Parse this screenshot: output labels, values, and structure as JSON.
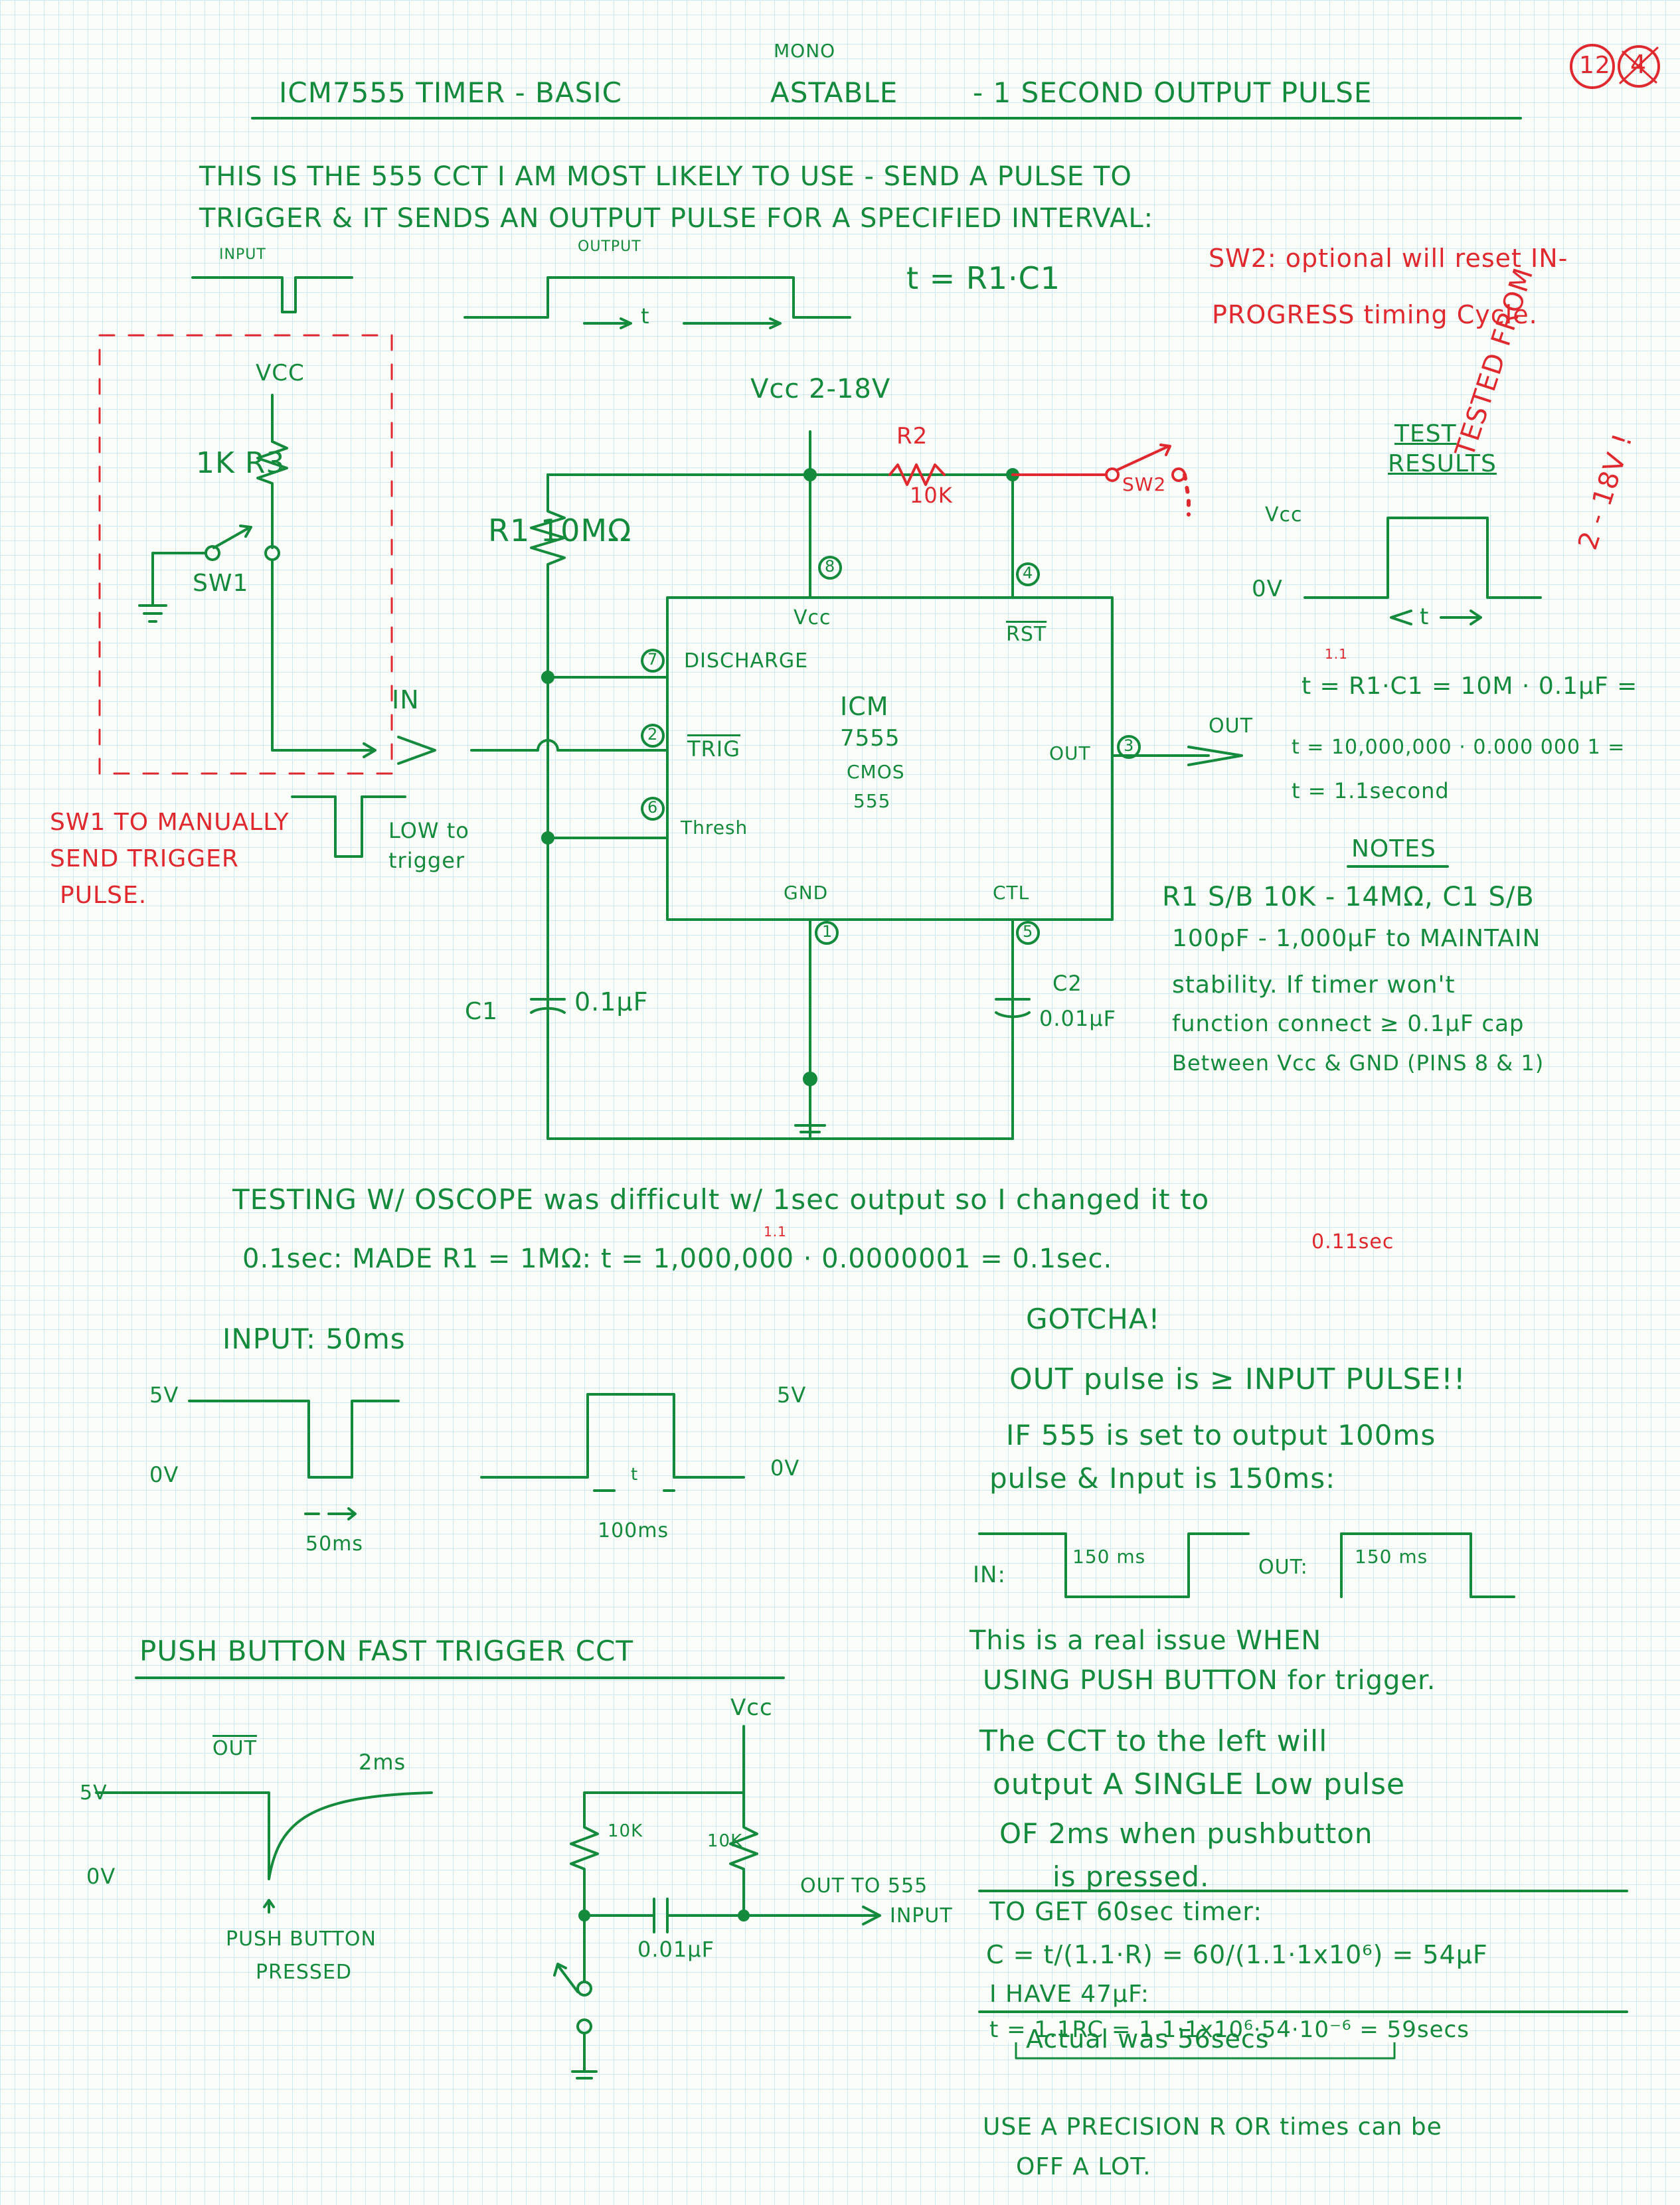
{
  "header": {
    "title_a": "ICM7555 TIMER - BASIC",
    "title_mono": "MONO",
    "title_b": "ASTABLE",
    "title_c": "- 1 SECOND OUTPUT PULSE",
    "page_number": "12",
    "page_number_old": "4"
  },
  "intro": {
    "line1": "THIS IS THE 555 CCT I AM MOST LIKELY TO USE - SEND A PULSE TO",
    "line2": "TRIGGER & IT SENDS AN OUTPUT PULSE FOR A SPECIFIED INTERVAL:",
    "input_label": "INPUT",
    "output_label": "OUTPUT",
    "t_label": "t",
    "formula": "t = R1·C1"
  },
  "sw2_note": {
    "line1": "SW2: optional will reset IN-",
    "line2": "PROGRESS timing Cycle."
  },
  "tested": {
    "line1": "TESTED FROM",
    "line2": "2 - 18V !"
  },
  "sw1_box": {
    "vcc": "VCC",
    "r3": "1K R3",
    "sw1": "SW1",
    "note1": "SW1 TO MANUALLY",
    "note2": "SEND TRIGGER",
    "note3": "PULSE.",
    "in_label": "IN",
    "low_trigger1": "LOW to",
    "low_trigger2": "trigger"
  },
  "circuit": {
    "vcc_rail": "Vcc 2-18V",
    "r1": "R1 10MΩ",
    "r2": "R2",
    "r2_val": "10K",
    "sw2": "SW2",
    "pin8": "8",
    "pin4": "4",
    "pin7": "7",
    "pin2": "2",
    "pin6": "6",
    "pin3": "3",
    "pin1": "1",
    "pin5": "5",
    "vcc_pin": "Vcc",
    "rst": "RST",
    "discharge": "DISCHARGE",
    "trig": "TRIG",
    "thresh": "Thresh",
    "chip1": "ICM",
    "chip2": "7555",
    "chip3": "CMOS",
    "chip4": "555",
    "out_pin": "OUT",
    "gnd_pin": "GND",
    "ctl_pin": "CTL",
    "c1": "C1",
    "c1_val": "0.1μF",
    "c2": "C2",
    "c2_val": "0.01μF",
    "out_arrow": "OUT"
  },
  "results": {
    "title1": "TEST",
    "title2": "RESULTS",
    "vcc": "Vcc",
    "zero": "0V",
    "t": "t",
    "eq1": "t = R1·C1 = 10M · 0.1μF =",
    "eq2": "t = 10,000,000 · 0.000 000 1 =",
    "eq3": "t = 1.1second",
    "factor": "1.1"
  },
  "notes": {
    "title": "NOTES",
    "l1": "R1 S/B 10K - 14MΩ, C1 S/B",
    "l2": "100pF - 1,000μF to MAINTAIN",
    "l3": "stability. If timer won't",
    "l4": "function connect ≥ 0.1μF cap",
    "l5": "Between Vcc & GND (PINS 8 & 1)"
  },
  "testing": {
    "l1": "TESTING W/ OSCOPE was difficult w/ 1sec output so I changed it to",
    "l2": "0.1sec: MADE R1 = 1MΩ: t = 1,000,000 · 0.0000001 = 0.1sec.",
    "red": "0.11sec",
    "factor": "1.1"
  },
  "input_scope": {
    "title": "INPUT: 50ms",
    "v5": "5V",
    "v0": "0V",
    "w50": "50ms",
    "w100": "100ms",
    "out_5v": "5V",
    "out_0v": "0V",
    "t": "t"
  },
  "gotcha": {
    "title": "GOTCHA!",
    "l1": "OUT pulse is ≥ INPUT PULSE!!",
    "l2": "IF 555 is set to output 100ms",
    "l3": "pulse & Input is 150ms:",
    "in": "IN:",
    "out": "OUT:",
    "w150a": "150 ms",
    "w150b": "150 ms",
    "l4": "This is a real issue WHEN",
    "l5": "USING PUSH BUTTON for trigger.",
    "l6": "The CCT to the left will",
    "l7": "output A SINGLE Low pulse",
    "l8": "OF 2ms when pushbutton",
    "l9": "is pressed.",
    "g1": "TO GET 60sec timer:",
    "g2": "C = t/(1.1·R) = 60/(1.1·1x10⁶) = 54μF",
    "g3": "I HAVE 47μF:",
    "g4": "t = 1.1RC = 1.1·1x10⁶·54·10⁻⁶ = 59secs",
    "g5": "Actual was 56secs",
    "g6": "USE A PRECISION R OR times can be",
    "g7": "OFF A LOT."
  },
  "pushbutton": {
    "title": "PUSH BUTTON FAST TRIGGER CCT",
    "out": "OUT",
    "ms2": "2ms",
    "v5": "5V",
    "v0": "0V",
    "pressed1": "PUSH BUTTON",
    "pressed2": "PRESSED",
    "vcc": "Vcc",
    "r10k_a": "10K",
    "r10k_b": "10K",
    "cap": "0.01μF",
    "out_to1": "OUT TO 555",
    "out_to2": "INPUT"
  }
}
